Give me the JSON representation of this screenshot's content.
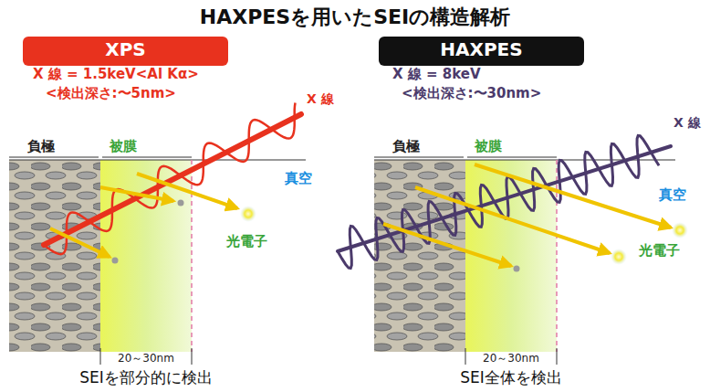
{
  "diagram": {
    "title": "HAXPESを用いたSEIの構造解析",
    "nodes": [
      {
        "text": [
          "XPS"
        ]
      },
      {
        "text": [
          "負極"
        ]
      },
      {
        "text": [
          "被膜"
        ]
      },
      {
        "text": [
          "HAXPES"
        ]
      },
      {
        "text": [
          "負極"
        ]
      },
      {
        "text": [
          "被膜"
        ]
      }
    ],
    "labels": [
      "X 線 = 1.5keV<Al Kα>",
      "<検出深さ:〜5nm>",
      "X 線",
      "真空",
      "光電子",
      "20～30nm",
      "SEIを部分的に検出",
      "X 線 = 8keV",
      "<検出深さ:〜30nm>",
      "X 線",
      "真空",
      "光電子",
      "20～30nm",
      "SEI全体を検出"
    ]
  }
}
